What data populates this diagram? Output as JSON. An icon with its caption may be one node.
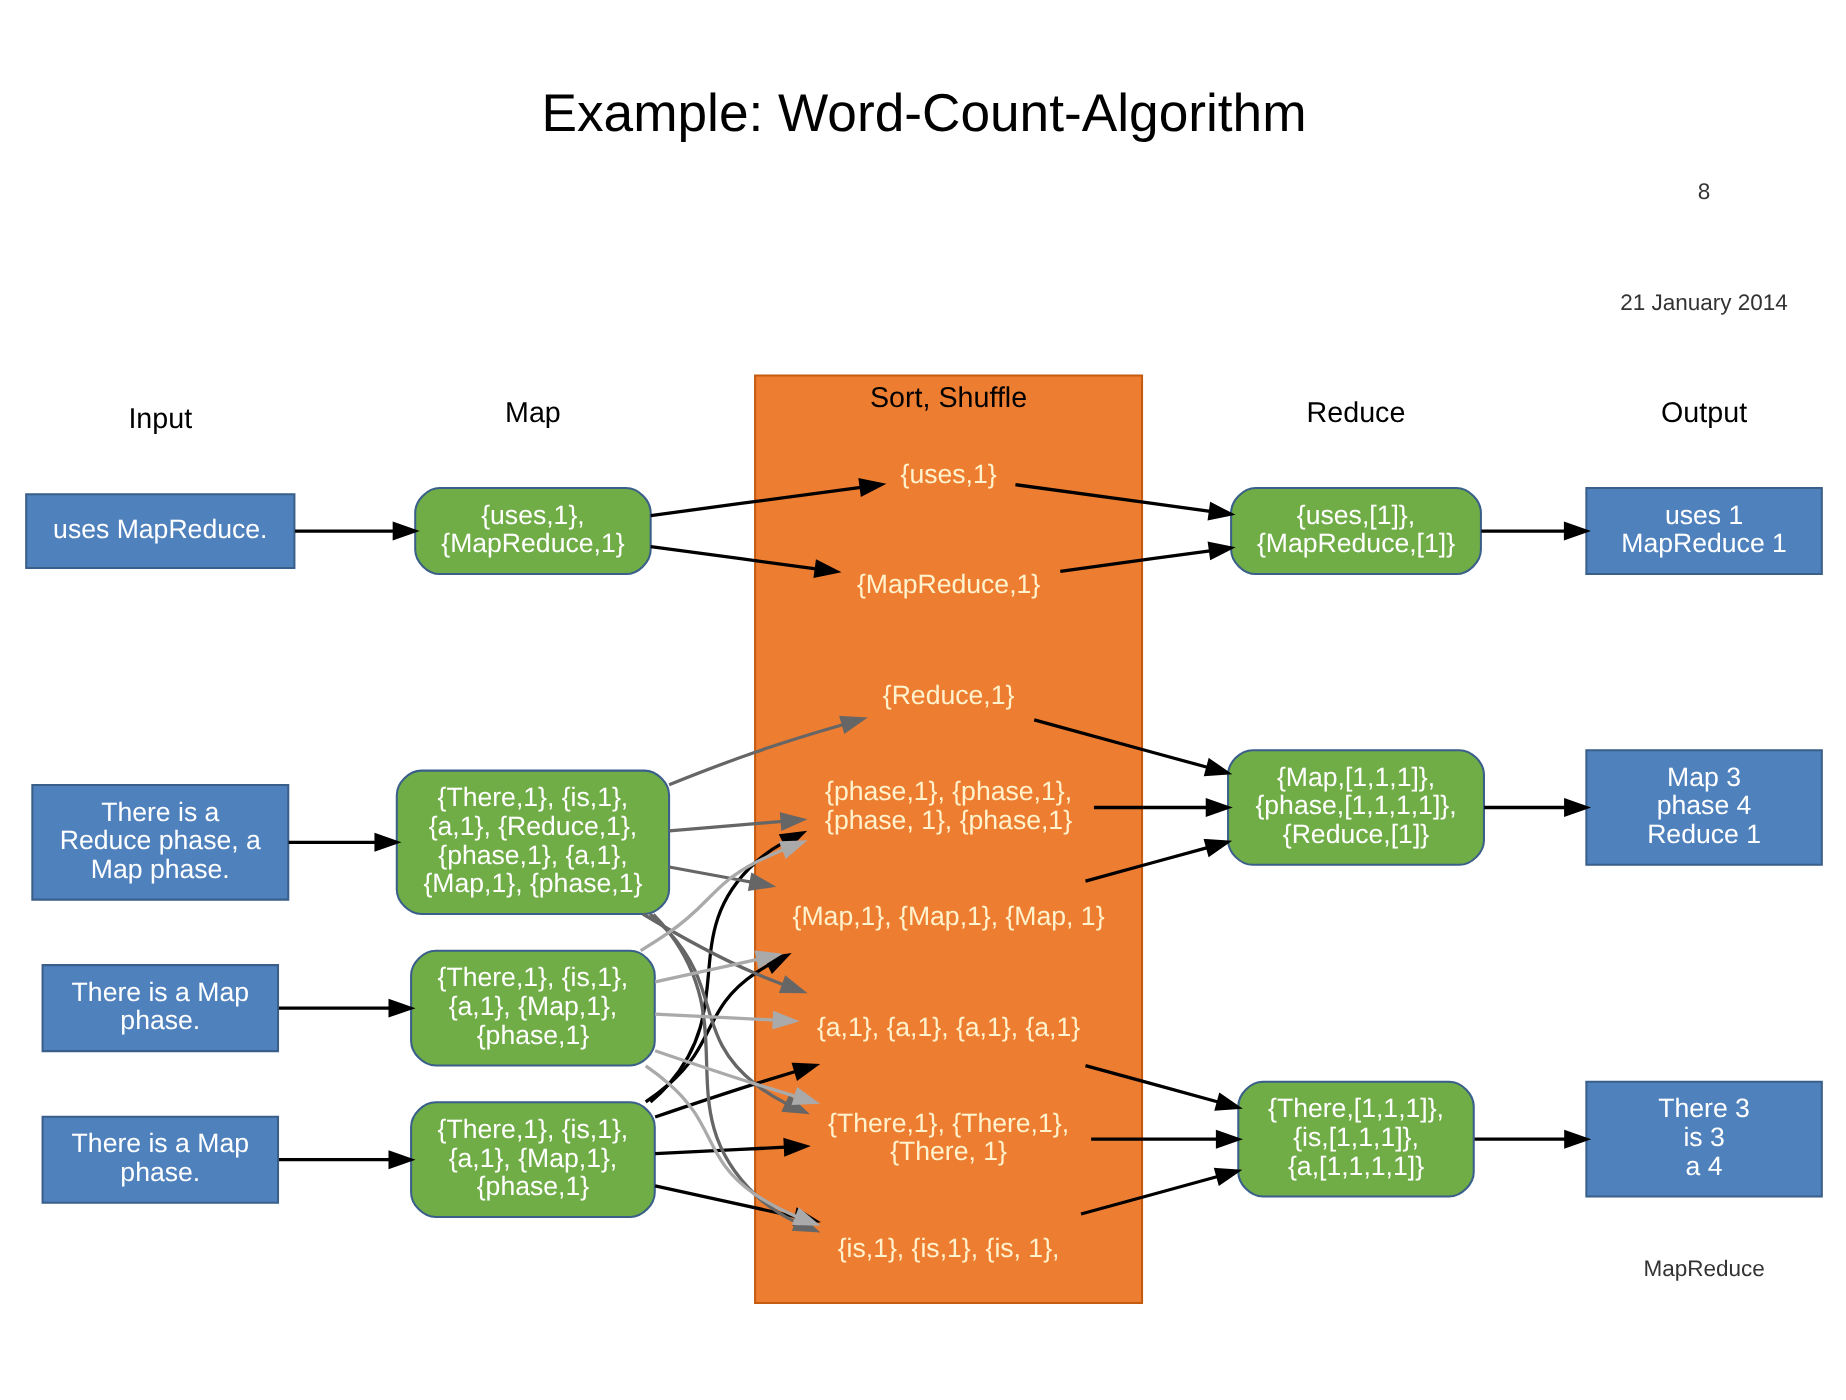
{
  "diagram": {
    "title": "Example: Word-Count-Algorithm",
    "nodes": [
      {
        "text": [
          "uses MapReduce."
        ]
      },
      {
        "text": [
          "There is a Map phase."
        ]
      },
      {
        "text": [
          "There is a Reduce phase, a Map phase."
        ]
      },
      {
        "text": [
          "There is a Map phase."
        ]
      },
      {
        "text": [
          "{uses,1}, {MapReduce,1}"
        ]
      },
      {
        "text": [
          "{There,1}, {is,1}, {a,1}, {Map,1}, {phase,1}"
        ]
      },
      {
        "text": [
          "{There,1}, {is,1}, {a,1}, {Reduce,1}, {phase,1}, {a,1}, {Map,1}, {phase,1}"
        ]
      },
      {
        "text": [
          "{There,1}, {is,1}, {a,1}, {Map,1}, {phase,1}"
        ]
      },
      {
        "text": [
          "Sort, Shuffle"
        ]
      },
      {
        "text": [
          "{uses,1}"
        ],
        "in": 8
      },
      {
        "text": [
          "{MapReduce,1}"
        ],
        "in": 8
      },
      {
        "text": [
          "{There,1}, {There,1}, {There, 1}"
        ],
        "in": 8
      },
      {
        "text": [
          "{is,1}, {is,1}, {is, 1},"
        ],
        "in": 8
      },
      {
        "text": [
          "{a,1}, {a,1}, {a,1}, {a,1}"
        ],
        "in": 8
      },
      {
        "text": [
          "{Map,1}, {Map,1}, {Map, 1}"
        ],
        "in": 8
      },
      {
        "text": [
          "{phase,1}, {phase,1}, {phase, 1}, {phase,1}"
        ],
        "in": 8
      },
      {
        "text": [
          "{Reduce,1}"
        ],
        "in": 8
      },
      {
        "text": [
          "{uses,[1]}, {MapReduce,[1]}"
        ]
      },
      {
        "text": [
          "{There,[1,1,1]}, {is,[1,1,1]}, {a,[1,1,1,1]}"
        ]
      },
      {
        "text": [
          "{Map,[1,1,1]}, {phase,[1,1,1,1]}, {Reduce,[1]}"
        ]
      },
      {
        "text": [
          "uses 1",
          "MapReduce 1"
        ]
      },
      {
        "text": [
          "There 3",
          "is 3",
          "a 4"
        ]
      },
      {
        "text": [
          "Map 3",
          "phase 4",
          "Reduce 1"
        ]
      }
    ],
    "edges": [
      {
        "from": 0,
        "to": 4,
        "arrow": "to"
      },
      {
        "from": 1,
        "to": 5,
        "arrow": "to"
      },
      {
        "from": 2,
        "to": 6,
        "arrow": "to"
      },
      {
        "from": 3,
        "to": 7,
        "arrow": "to"
      },
      {
        "from": 4,
        "to": 9,
        "arrow": "to"
      },
      {
        "from": 4,
        "to": 10,
        "arrow": "to"
      },
      {
        "from": 5,
        "to": 11,
        "arrow": "to"
      },
      {
        "from": 5,
        "to": 12,
        "arrow": "to"
      },
      {
        "from": 5,
        "to": 13,
        "arrow": "to"
      },
      {
        "from": 5,
        "to": 14,
        "arrow": "to"
      },
      {
        "from": 5,
        "to": 15,
        "arrow": "to"
      },
      {
        "from": 6,
        "to": 11,
        "arrow": "to",
        "color": "#666666"
      },
      {
        "from": 6,
        "to": 12,
        "arrow": "to",
        "color": "#666666"
      },
      {
        "from": 6,
        "to": 13,
        "arrow": "to",
        "color": "#666666"
      },
      {
        "from": 6,
        "to": 14,
        "arrow": "to",
        "color": "#666666"
      },
      {
        "from": 6,
        "to": 15,
        "arrow": "to",
        "color": "#666666"
      },
      {
        "from": 6,
        "to": 16,
        "arrow": "to",
        "color": "#666666"
      },
      {
        "from": 7,
        "to": 11,
        "arrow": "to",
        "color": "#aaaaaa"
      },
      {
        "from": 7,
        "to": 12,
        "arrow": "to",
        "color": "#aaaaaa"
      },
      {
        "from": 7,
        "to": 13,
        "arrow": "to",
        "color": "#aaaaaa"
      },
      {
        "from": 7,
        "to": 14,
        "arrow": "to",
        "color": "#aaaaaa"
      },
      {
        "from": 7,
        "to": 15,
        "arrow": "to",
        "color": "#aaaaaa"
      },
      {
        "from": 9,
        "to": 17,
        "arrow": "to"
      },
      {
        "from": 10,
        "to": 17,
        "arrow": "to"
      },
      {
        "from": 11,
        "to": 18,
        "arrow": "to"
      },
      {
        "from": 12,
        "to": 18,
        "arrow": "to"
      },
      {
        "from": 13,
        "to": 18,
        "arrow": "to"
      },
      {
        "from": 14,
        "to": 19,
        "arrow": "to"
      },
      {
        "from": 15,
        "to": 19,
        "arrow": "to"
      },
      {
        "from": 16,
        "to": 19,
        "arrow": "to"
      },
      {
        "from": 17,
        "to": 20,
        "arrow": "to"
      },
      {
        "from": 18,
        "to": 21,
        "arrow": "to"
      },
      {
        "from": 19,
        "to": 22,
        "arrow": "to"
      }
    ],
    "labels": [
      "MapReduce",
      "Input",
      "Map",
      "Reduce",
      "Output",
      "21 January 2014",
      "8"
    ]
  }
}
